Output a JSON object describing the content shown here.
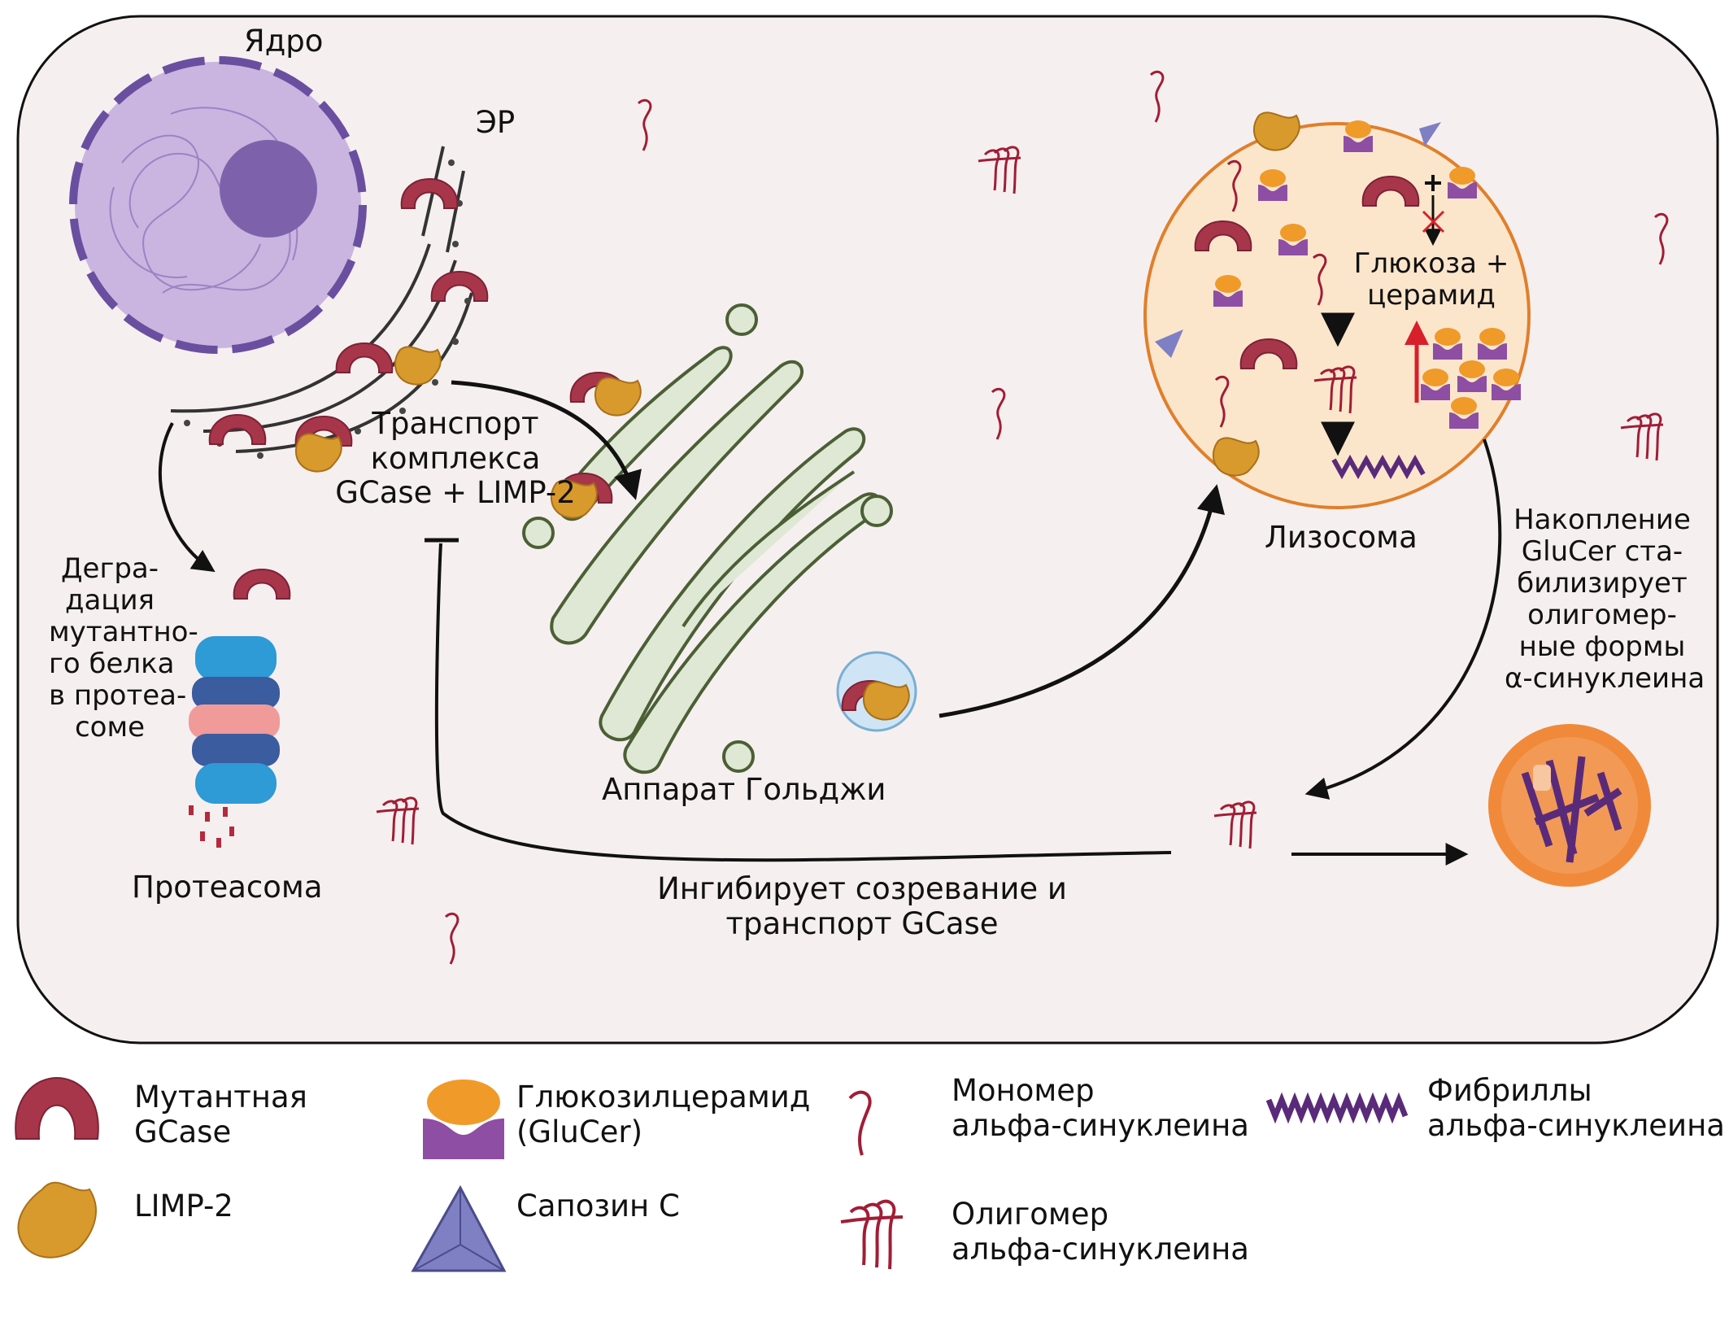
{
  "labels": {
    "nucleus": "Ядро",
    "er": "ЭР",
    "transport": [
      "Транспорт",
      "комплекса",
      "GCase + LIMP-2"
    ],
    "degradation": [
      "Дегра-",
      "дация",
      "мутантно-",
      "го белка",
      "в протеа-",
      "соме"
    ],
    "proteasome": "Протеасома",
    "golgi": "Аппарат Гольджи",
    "inhibits": [
      "Ингибирует созревание и",
      "транспорт GCase"
    ],
    "lysosome": "Лизосома",
    "glucose": [
      "Глюкоза +",
      "церамид"
    ],
    "accumulation": [
      "Накопление",
      "GluCer ста-",
      "билизирует",
      "олигомер-",
      "ные формы",
      "α-синуклеина"
    ]
  },
  "legend": {
    "mutant_gcase": [
      "Мутантная",
      "GCase"
    ],
    "glucer": [
      "Глюкозилцерамид",
      "(GluCer)"
    ],
    "monomer": [
      "Мономер",
      "альфа-синуклеина"
    ],
    "fibrils": [
      "Фибриллы",
      "альфа-синуклеина"
    ],
    "limp2": "LIMP-2",
    "saposin": "Сапозин С",
    "oligomer": [
      "Олигомер",
      "альфа-синуклеина"
    ]
  },
  "colors": {
    "cell_fill": "#f6eff0",
    "nucleus": "#c9b5df",
    "nucleolus": "#7d62ab",
    "gcase": "#a8364a",
    "limp2": "#d89a2c",
    "glucer_top": "#f09a2a",
    "glucer_base": "#8e4ea3",
    "saposin": "#7f7fc4",
    "golgi": "#dfe8d4",
    "lysosome": "#fbe6cc",
    "lewy": "#f08a3a",
    "synuclein": "#a11d35"
  }
}
